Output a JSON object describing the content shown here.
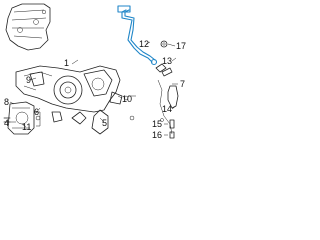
{
  "callouts": [
    {
      "id": "c1",
      "text": "1"
    },
    {
      "id": "c4",
      "text": "4"
    },
    {
      "id": "c5",
      "text": "5"
    },
    {
      "id": "c6",
      "text": "6"
    },
    {
      "id": "c7",
      "text": "7"
    },
    {
      "id": "c8",
      "text": "8"
    },
    {
      "id": "c9",
      "text": "9"
    },
    {
      "id": "c10",
      "text": "10"
    },
    {
      "id": "c11",
      "text": "11"
    },
    {
      "id": "c12",
      "text": "12"
    },
    {
      "id": "c13",
      "text": "13"
    },
    {
      "id": "c14",
      "text": "14"
    },
    {
      "id": "c15",
      "text": "15"
    },
    {
      "id": "c16",
      "text": "16"
    },
    {
      "id": "c17",
      "text": "17"
    }
  ],
  "colors": {
    "line": "#222222",
    "highlight": "#1f86c8",
    "background": "#ffffff"
  }
}
